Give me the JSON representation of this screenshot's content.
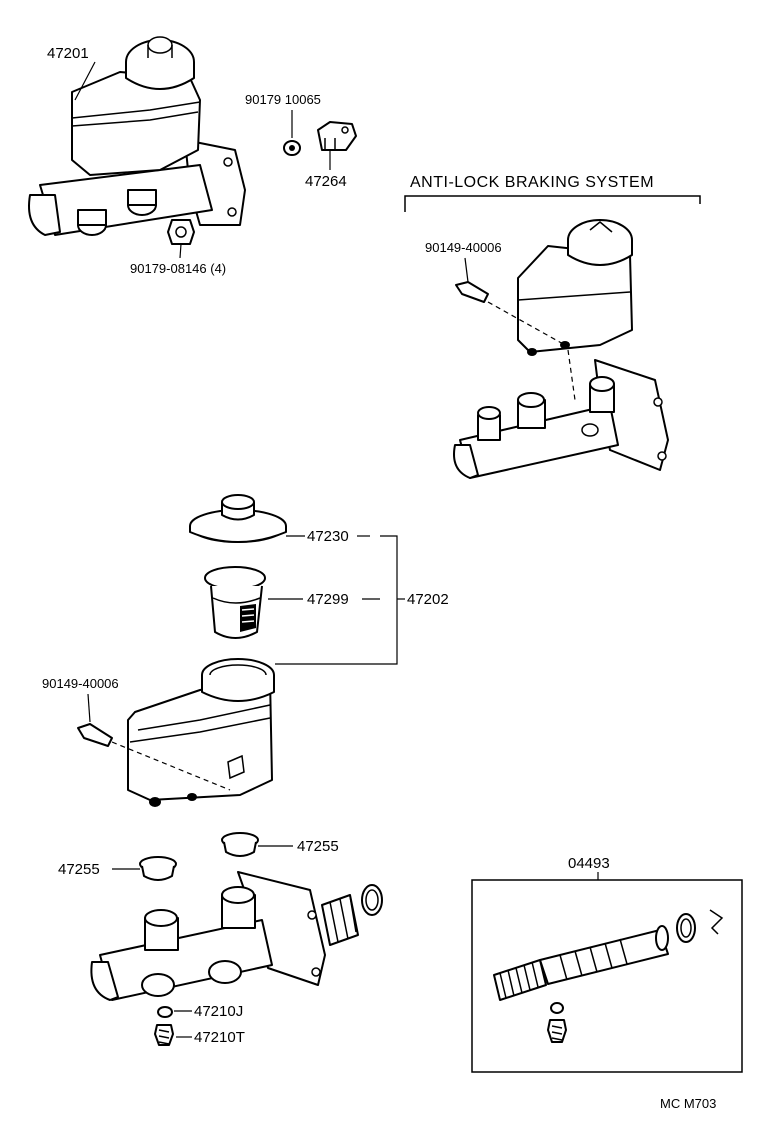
{
  "labels": {
    "p47201": "47201",
    "p90179_10065": "90179 10065",
    "p47264": "47264",
    "p90179_08146": "90179-08146 (4)",
    "abs_title": "ANTI-LOCK BRAKING SYSTEM",
    "p90149_40006_abs": "90149-40006",
    "p47230": "47230",
    "p47299": "47299",
    "p47202": "47202",
    "p90149_40006": "90149-40006",
    "p47255_right": "47255",
    "p47255_left": "47255",
    "p47210J": "47210J",
    "p47210T": "47210T",
    "p04493": "04493",
    "footer_code": "MC  M703"
  }
}
